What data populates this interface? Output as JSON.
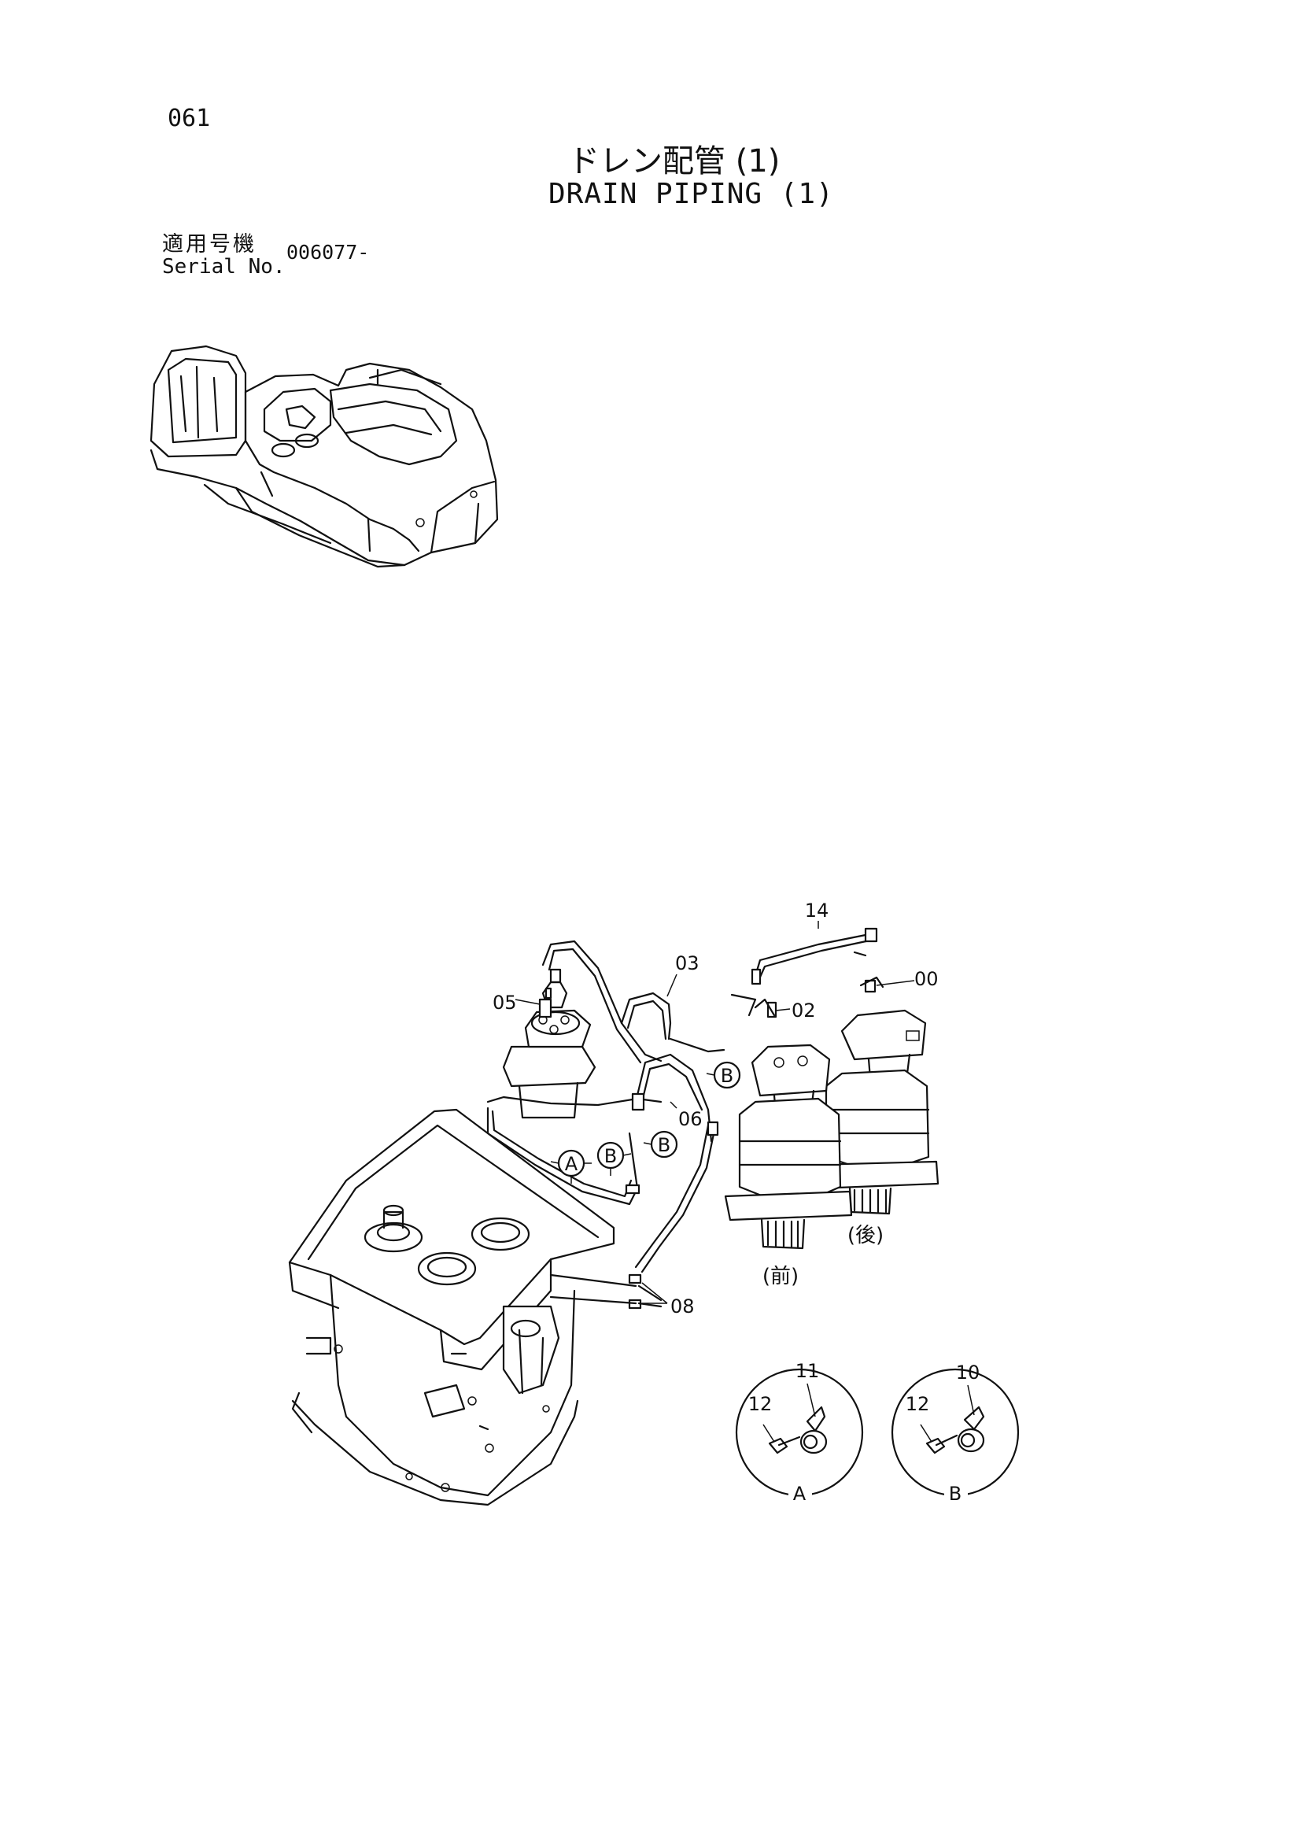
{
  "header": {
    "page_number": "061",
    "title_ja": "ドレン配管 (1)",
    "title_en": "DRAIN PIPING (1)",
    "serial_label_ja": "適用号機",
    "serial_label_en": "Serial No.",
    "serial_value": "006077-"
  },
  "callouts": {
    "p00": "00",
    "p02": "02",
    "p03": "03",
    "p05": "05",
    "p06": "06",
    "p08": "08",
    "p10": "10",
    "p11": "11",
    "p12a": "12",
    "p12b": "12",
    "p14": "14"
  },
  "markers": {
    "a": "A",
    "b1": "B",
    "b2": "B",
    "b3": "B"
  },
  "labels": {
    "front": "(前)",
    "rear": "(後)",
    "detail_a": "A",
    "detail_b": "B"
  }
}
